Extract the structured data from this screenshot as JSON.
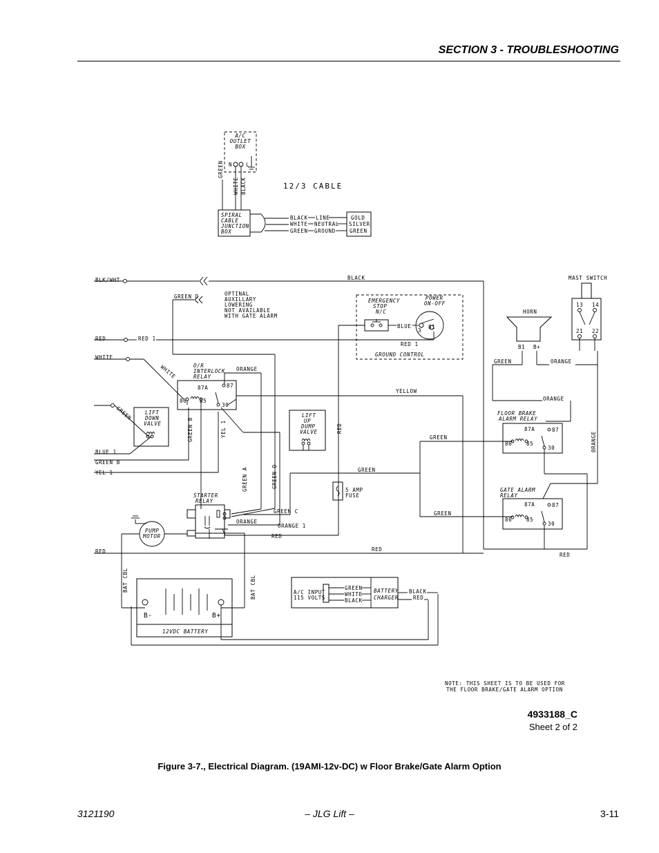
{
  "header": {
    "section_title": "SECTION 3 - TROUBLESHOOTING"
  },
  "diagram": {
    "ac_outlet_box": {
      "line1": "A/C",
      "line2": "OUTLET",
      "line3": "BOX",
      "terminal_n": "N",
      "terminal_l": "L"
    },
    "outlet_wires": {
      "green": "GREEN",
      "white": "WHITE",
      "black": "BLACK"
    },
    "cable_label": "12/3 CABLE",
    "junction_box": {
      "line1": "SPIRAL",
      "line2": "CABLE",
      "line3": "JUNCTION",
      "line4": "BOX"
    },
    "cable_wires": [
      {
        "wire": "BLACK",
        "function": "LINE",
        "color": "GOLD"
      },
      {
        "wire": "WHITE",
        "function": "NEUTRAL",
        "color": "SILVER"
      },
      {
        "wire": "GREEN",
        "function": "GROUND",
        "color": "GREEN"
      }
    ],
    "left_wires": {
      "blk_wht": "BLK/WHT",
      "green_d": "GREEN D",
      "red": "RED",
      "red_1": "RED 1",
      "white": "WHITE",
      "green": "GREEN",
      "blue_1": "BLUE 1",
      "green_b": "GREEN B",
      "yel_1": "YEL 1",
      "red_bottom": "RED"
    },
    "optional_note": {
      "line1": "OPTINAL",
      "line2": "AUXILLARY",
      "line3": "LOWERING",
      "line4": "NOT AVAILABLE",
      "line5": "WITH GATE ALARM"
    },
    "top_black": "BLACK",
    "ground_control": {
      "title": "GROUND CONTROL",
      "estop1": "EMERGENCY",
      "estop2": "STOP",
      "estop3": "N/C",
      "power1": "POWER",
      "power2": "ON-OFF",
      "blue": "BLUE",
      "red_1": "RED 1",
      "t3": "3",
      "t81": "81"
    },
    "horn": {
      "title": "HORN",
      "b1": "B1",
      "bplus": "B+"
    },
    "mast_switch": {
      "title": "MAST SWITCH",
      "t13": "13",
      "t14": "14",
      "t21": "21",
      "t22": "22"
    },
    "horn_wires": {
      "green": "GREEN",
      "orange": "ORANGE"
    },
    "interlock_relay": {
      "line1": "O/R",
      "line2": "INTERLOCK",
      "line3": "RELAY",
      "t87a": "87A",
      "t87": "87",
      "t86": "86",
      "t85": "85",
      "t30": "30",
      "orange": "ORANGE"
    },
    "yellow": "YELLOW",
    "lift_down_valve": {
      "line1": "LIFT",
      "line2": "DOWN",
      "line3": "VALVE"
    },
    "lift_up_valve": {
      "line1": "LIFT",
      "line2": "UP",
      "line3": "DUMP",
      "line4": "VALVE"
    },
    "vertical_labels": {
      "green_b": "GREEN B",
      "yel_1": "YEL 1",
      "red": "RED",
      "green_a": "GREEN A",
      "green_d": "GREEN D",
      "orange": "ORANGE",
      "bat_cbl_left": "BAT CBL",
      "bat_cbl_right": "BAT CBL"
    },
    "floor_brake_relay": {
      "line1": "FLOOR BRAKE",
      "line2": "ALARM RELAY",
      "t87a": "87A",
      "t87": "87",
      "t86": "86",
      "t85": "85",
      "t30": "30",
      "orange": "ORANGE"
    },
    "gate_alarm_relay": {
      "line1": "GATE ALARM",
      "line2": "RELAY",
      "t87a": "87A",
      "t87": "87",
      "t86": "86",
      "t85": "85",
      "t30": "30"
    },
    "mid_wires": {
      "green1": "GREEN",
      "green2": "GREEN",
      "green3": "GREEN",
      "green_c": "GREEN C",
      "orange": "ORANGE",
      "orange_1": "ORANGE 1",
      "red": "RED",
      "red_main": "RED",
      "red_right": "RED"
    },
    "fuse": {
      "line1": "5 AMP",
      "line2": "FUSE"
    },
    "starter_relay": {
      "line1": "STARTER",
      "line2": "RELAY"
    },
    "pump_motor": {
      "line1": "PUMP",
      "line2": "MOTOR"
    },
    "battery": {
      "label": "12VDC BATTERY",
      "neg": "B-",
      "pos": "B+"
    },
    "charger": {
      "ac1": "A/C INPUT",
      "ac2": "115 VOLTS",
      "green": "GREEN",
      "white": "WHITE",
      "black": "BLACK",
      "ch1": "BATTERY",
      "ch2": "CHARGER",
      "out_black": "BLACK",
      "out_red": "RED"
    },
    "note": {
      "line1": "NOTE: THIS SHEET IS TO BE USED FOR",
      "line2": "THE FLOOR BRAKE/GATE ALARM OPTION"
    }
  },
  "drawing_number": "4933188_C",
  "sheet_number": "Sheet 2 of 2",
  "figure_caption": "Figure 3-7., Electrical Diagram. (19AMI-12v-DC) w Floor Brake/Gate Alarm Option",
  "footer": {
    "doc_number": "3121190",
    "brand": "– JLG Lift –",
    "page": "3-11"
  }
}
